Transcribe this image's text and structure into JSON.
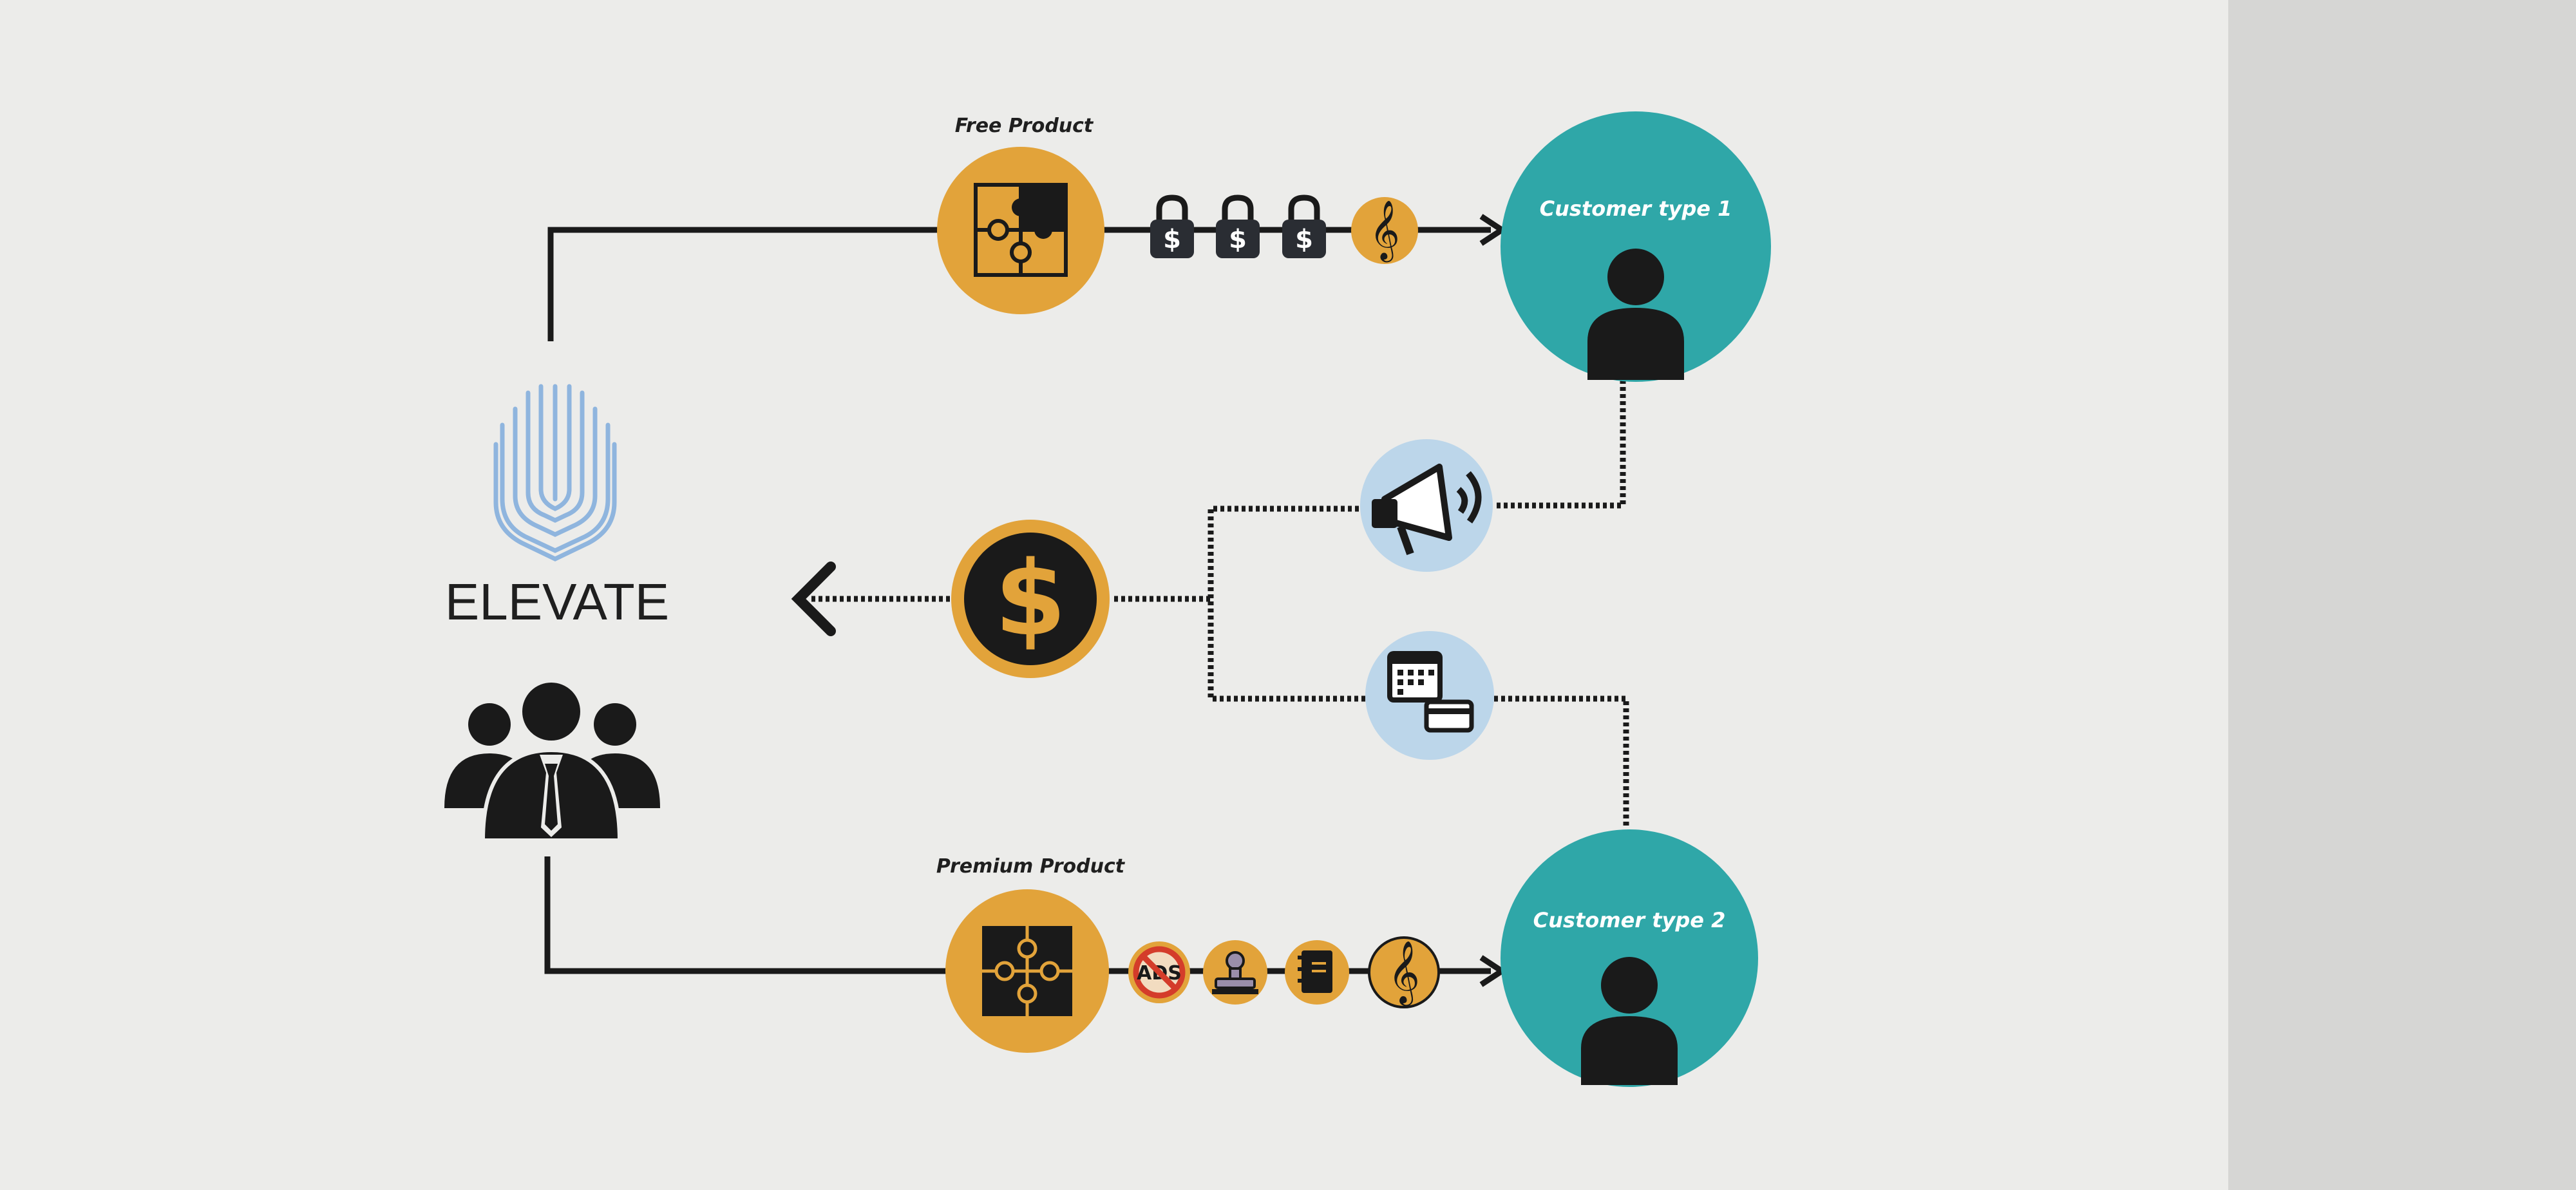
{
  "brand": {
    "name": "ELEVATE"
  },
  "labels": {
    "free_product": "Free Product",
    "premium_product": "Premium Product",
    "customer_type_1": "Customer type 1",
    "customer_type_2": "Customer type 2",
    "ads_crossed": "ADS"
  },
  "colors": {
    "background": "#e3e3e1",
    "panel": "#ececea",
    "gold": "#e2a33a",
    "teal": "#2fa7a8",
    "light_blue": "#bcd6ea",
    "logo_blue": "#8fb5de",
    "ink": "#1a1a1a"
  },
  "icons": {
    "free_features": [
      "dollar-lock-icon",
      "dollar-lock-icon",
      "dollar-lock-icon",
      "treble-clef-icon"
    ],
    "premium_features": [
      "no-ads-icon",
      "stamp-icon",
      "notebook-icon",
      "treble-clef-icon"
    ]
  }
}
